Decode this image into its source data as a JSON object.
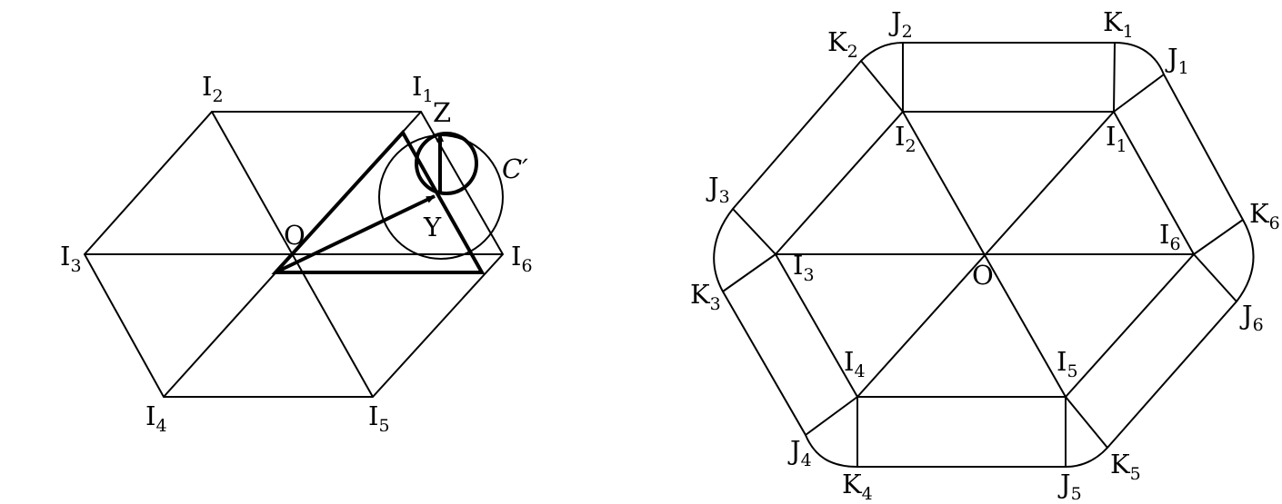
{
  "left_figure": {
    "vertices": [
      {
        "letter": "I",
        "index": "1"
      },
      {
        "letter": "I",
        "index": "2"
      },
      {
        "letter": "I",
        "index": "3"
      },
      {
        "letter": "I",
        "index": "4"
      },
      {
        "letter": "I",
        "index": "5"
      },
      {
        "letter": "I",
        "index": "6"
      }
    ],
    "center_label": "O",
    "point_y": "Y",
    "point_z": "Z",
    "circle_label": "C′"
  },
  "right_figure": {
    "inner": [
      {
        "letter": "I",
        "index": "1"
      },
      {
        "letter": "I",
        "index": "2"
      },
      {
        "letter": "I",
        "index": "3"
      },
      {
        "letter": "I",
        "index": "4"
      },
      {
        "letter": "I",
        "index": "5"
      },
      {
        "letter": "I",
        "index": "6"
      }
    ],
    "j_points": [
      {
        "letter": "J",
        "index": "1"
      },
      {
        "letter": "J",
        "index": "2"
      },
      {
        "letter": "J",
        "index": "3"
      },
      {
        "letter": "J",
        "index": "4"
      },
      {
        "letter": "J",
        "index": "5"
      },
      {
        "letter": "J",
        "index": "6"
      }
    ],
    "k_points": [
      {
        "letter": "K",
        "index": "1"
      },
      {
        "letter": "K",
        "index": "2"
      },
      {
        "letter": "K",
        "index": "3"
      },
      {
        "letter": "K",
        "index": "4"
      },
      {
        "letter": "K",
        "index": "5"
      },
      {
        "letter": "K",
        "index": "6"
      }
    ],
    "center_label": "O"
  }
}
